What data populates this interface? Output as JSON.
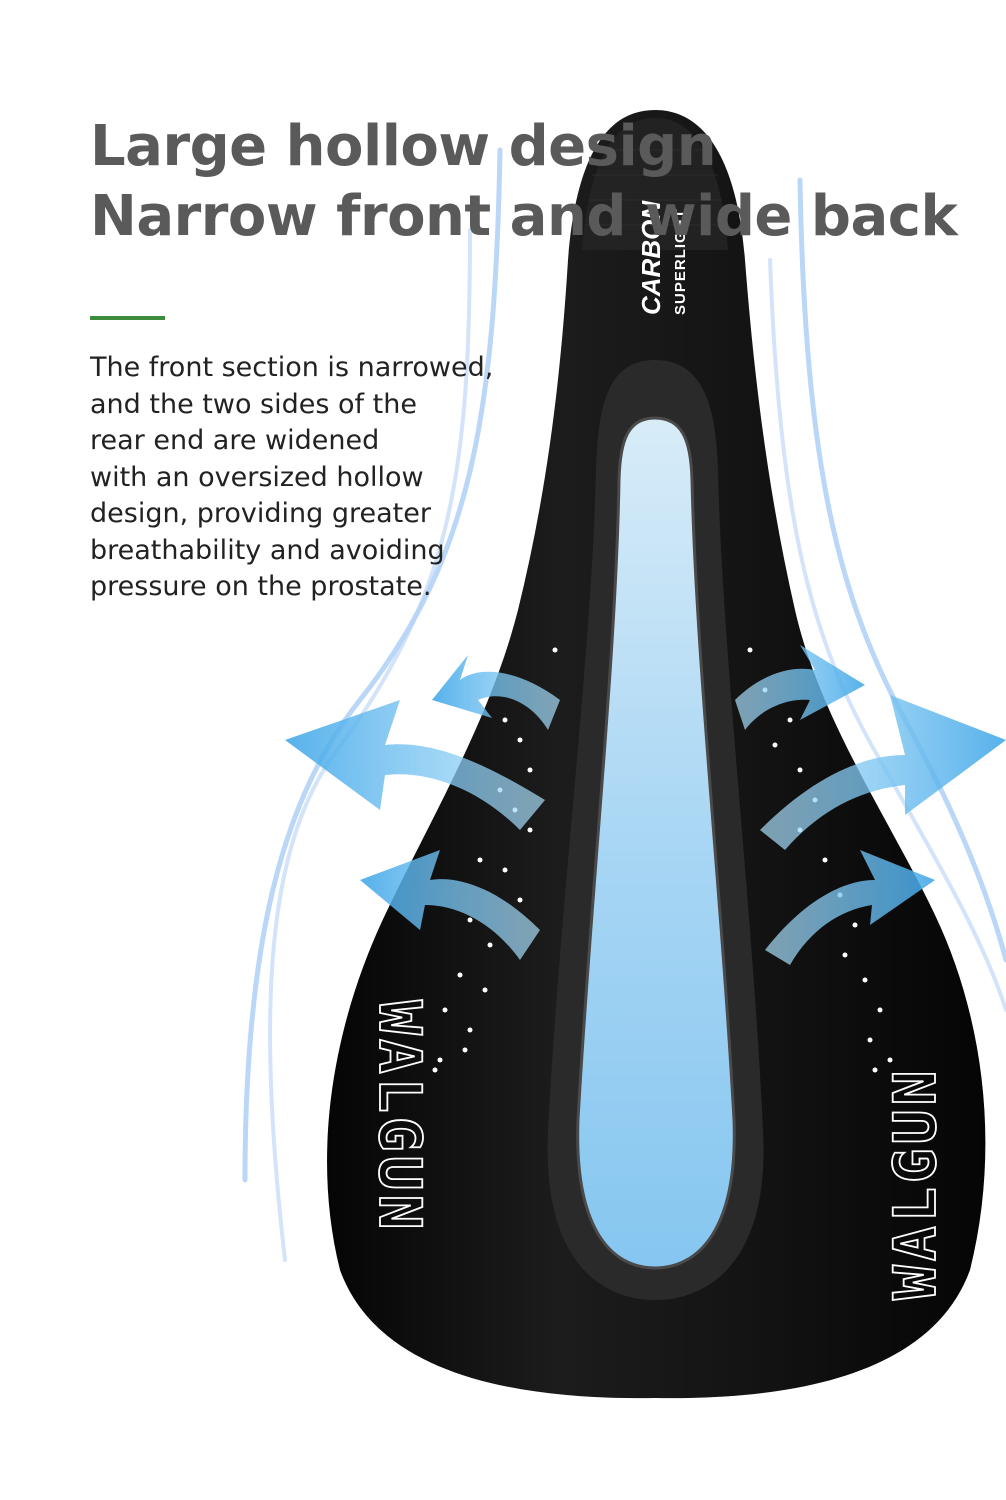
{
  "headline": {
    "line1": "Large hollow design",
    "line2": "Narrow front and wide back"
  },
  "description": {
    "lines": [
      "The front section is narrowed,",
      "and the two sides of the",
      "rear end are widened",
      "with an oversized hollow",
      "design, providing greater",
      "breathability and avoiding",
      "pressure on the prostate."
    ]
  },
  "saddle": {
    "nose_brand": "CARBON",
    "nose_subtitle": "SUPERLIGHT",
    "side_brand": "WALGUN"
  },
  "colors": {
    "accent": "#3d8b3d",
    "heading": "#5a5a5a",
    "body_text": "#222222",
    "saddle": "#111111",
    "airflow": "#7ec8f2"
  },
  "icons": {
    "airflow_arrows": "airflow-arrow-icon"
  }
}
